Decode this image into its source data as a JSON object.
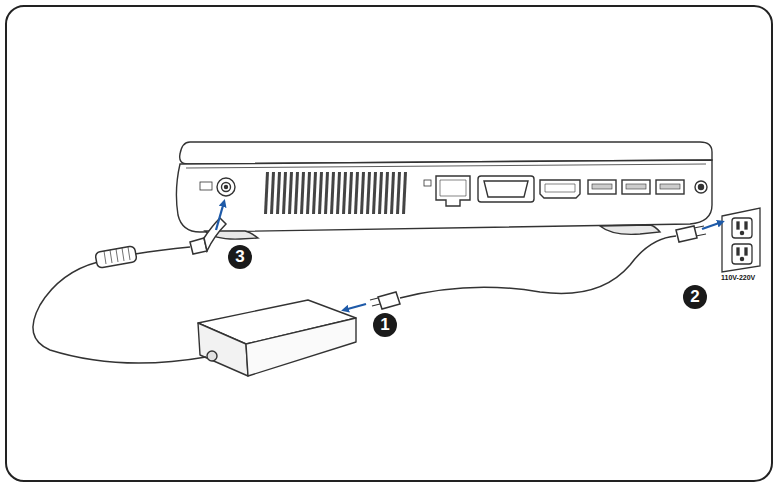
{
  "diagram": {
    "labels": [
      "3",
      "110V-220V",
      "2",
      "1"
    ]
  }
}
